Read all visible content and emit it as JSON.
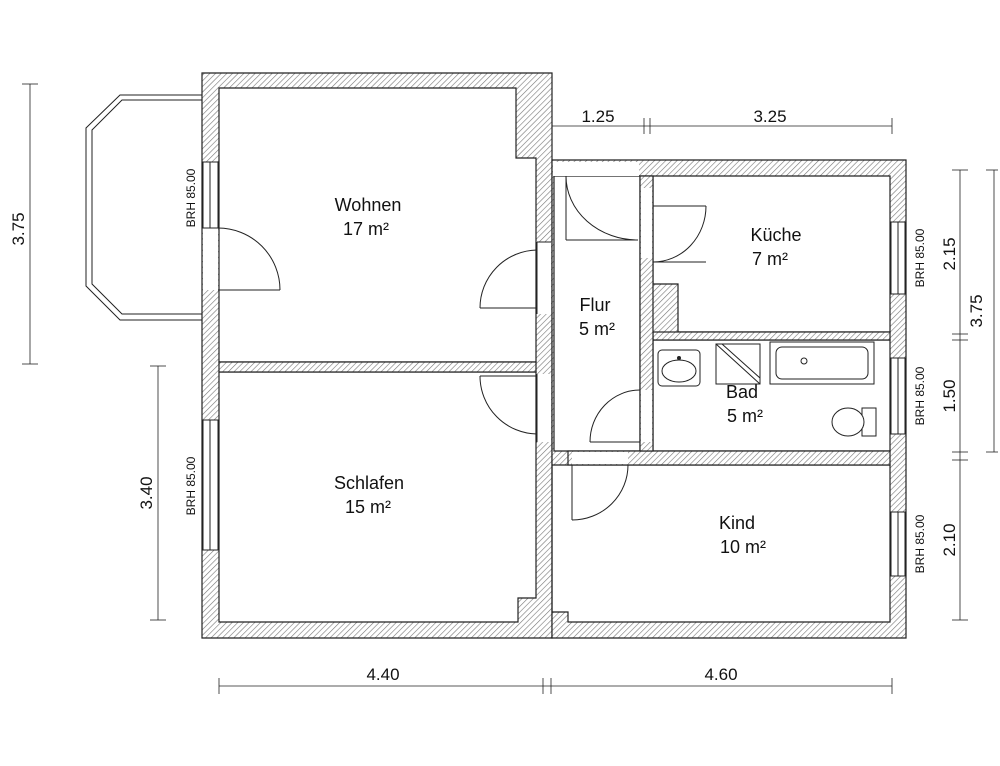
{
  "rooms": [
    {
      "label": "Wohnen",
      "area": "17 m²"
    },
    {
      "label": "Schlafen",
      "area": "15 m²"
    },
    {
      "label": "Flur",
      "area": "5 m²"
    },
    {
      "label": "Küche",
      "area": "7 m²"
    },
    {
      "label": "Bad",
      "area": "5 m²"
    },
    {
      "label": "Kind",
      "area": "10 m²"
    }
  ],
  "dimensions": {
    "top_left": "1.25",
    "top_right": "3.25",
    "bottom_left": "4.40",
    "bottom_right": "4.60",
    "left_upper": "3.75",
    "left_lower": "3.40",
    "right_total": "3.75",
    "right_kueche": "2.15",
    "right_bad": "1.50",
    "right_kind": "2.10"
  },
  "window_notes": {
    "wohnen": "BRH 85.00",
    "schlafen": "BRH 85.00",
    "kueche": "BRH 85.00",
    "bad": "BRH 85.00",
    "kind": "BRH 85.00"
  },
  "colors": {
    "line": "#222222",
    "hatch": "#777777",
    "background": "#ffffff"
  }
}
